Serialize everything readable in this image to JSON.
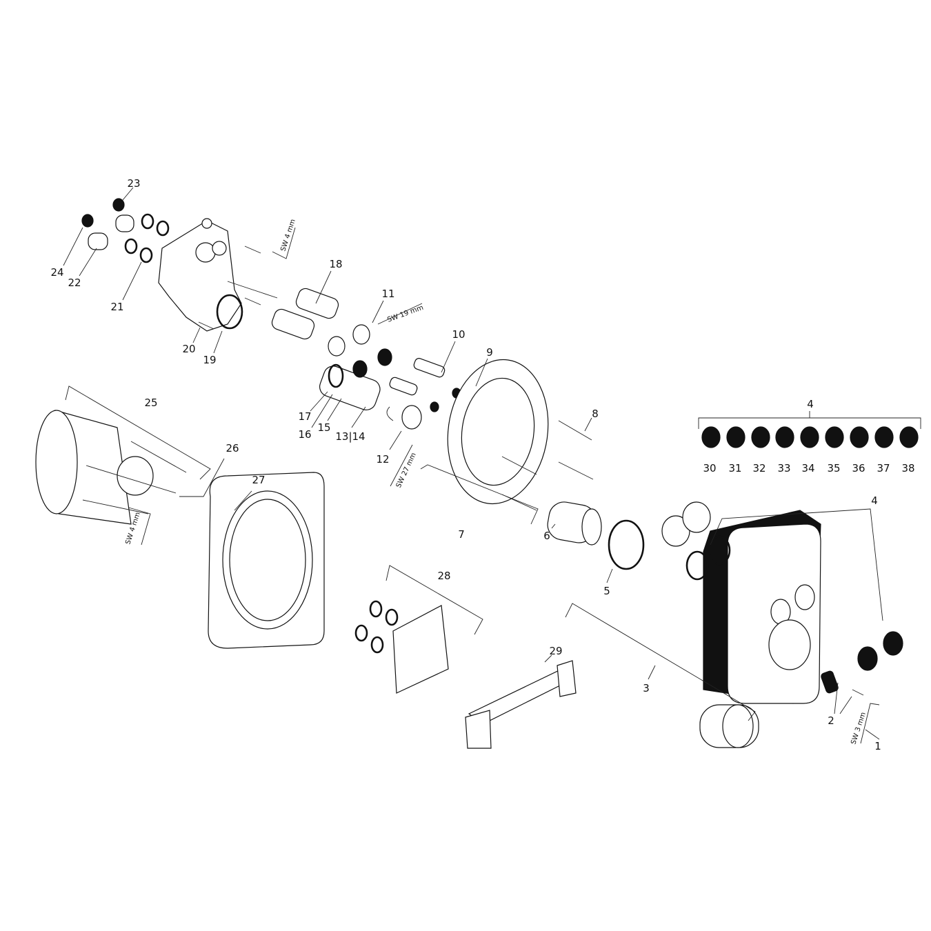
{
  "diagram": {
    "labels": {
      "p1": "1",
      "p2": "2",
      "p3": "3",
      "p4a": "4",
      "p4b": "4",
      "p5": "5",
      "p6": "6",
      "p7": "7",
      "p8": "8",
      "p9": "9",
      "p10": "10",
      "p11": "11",
      "p12": "12",
      "p1314": "13|14",
      "p15": "15",
      "p16": "16",
      "p17": "17",
      "p18": "18",
      "p19": "19",
      "p20": "20",
      "p21": "21",
      "p22": "22",
      "p23": "23",
      "p24": "24",
      "p25": "25",
      "p26": "26",
      "p27": "27",
      "p28": "28",
      "p29": "29",
      "p30": "30",
      "p31": "31",
      "p32": "32",
      "p33": "33",
      "p34": "34",
      "p35": "35",
      "p36": "36",
      "p37": "37",
      "p38": "38"
    },
    "tools": {
      "hex_key_top": "SW 4 mm",
      "wrench_19": "SW 19 mm",
      "wrench_27": "SW 27 mm",
      "hex_key_left": "SW 4 mm",
      "hex_key_right": "SW 3 mm"
    },
    "colors": {
      "line": "#111111",
      "background": "#ffffff"
    }
  }
}
